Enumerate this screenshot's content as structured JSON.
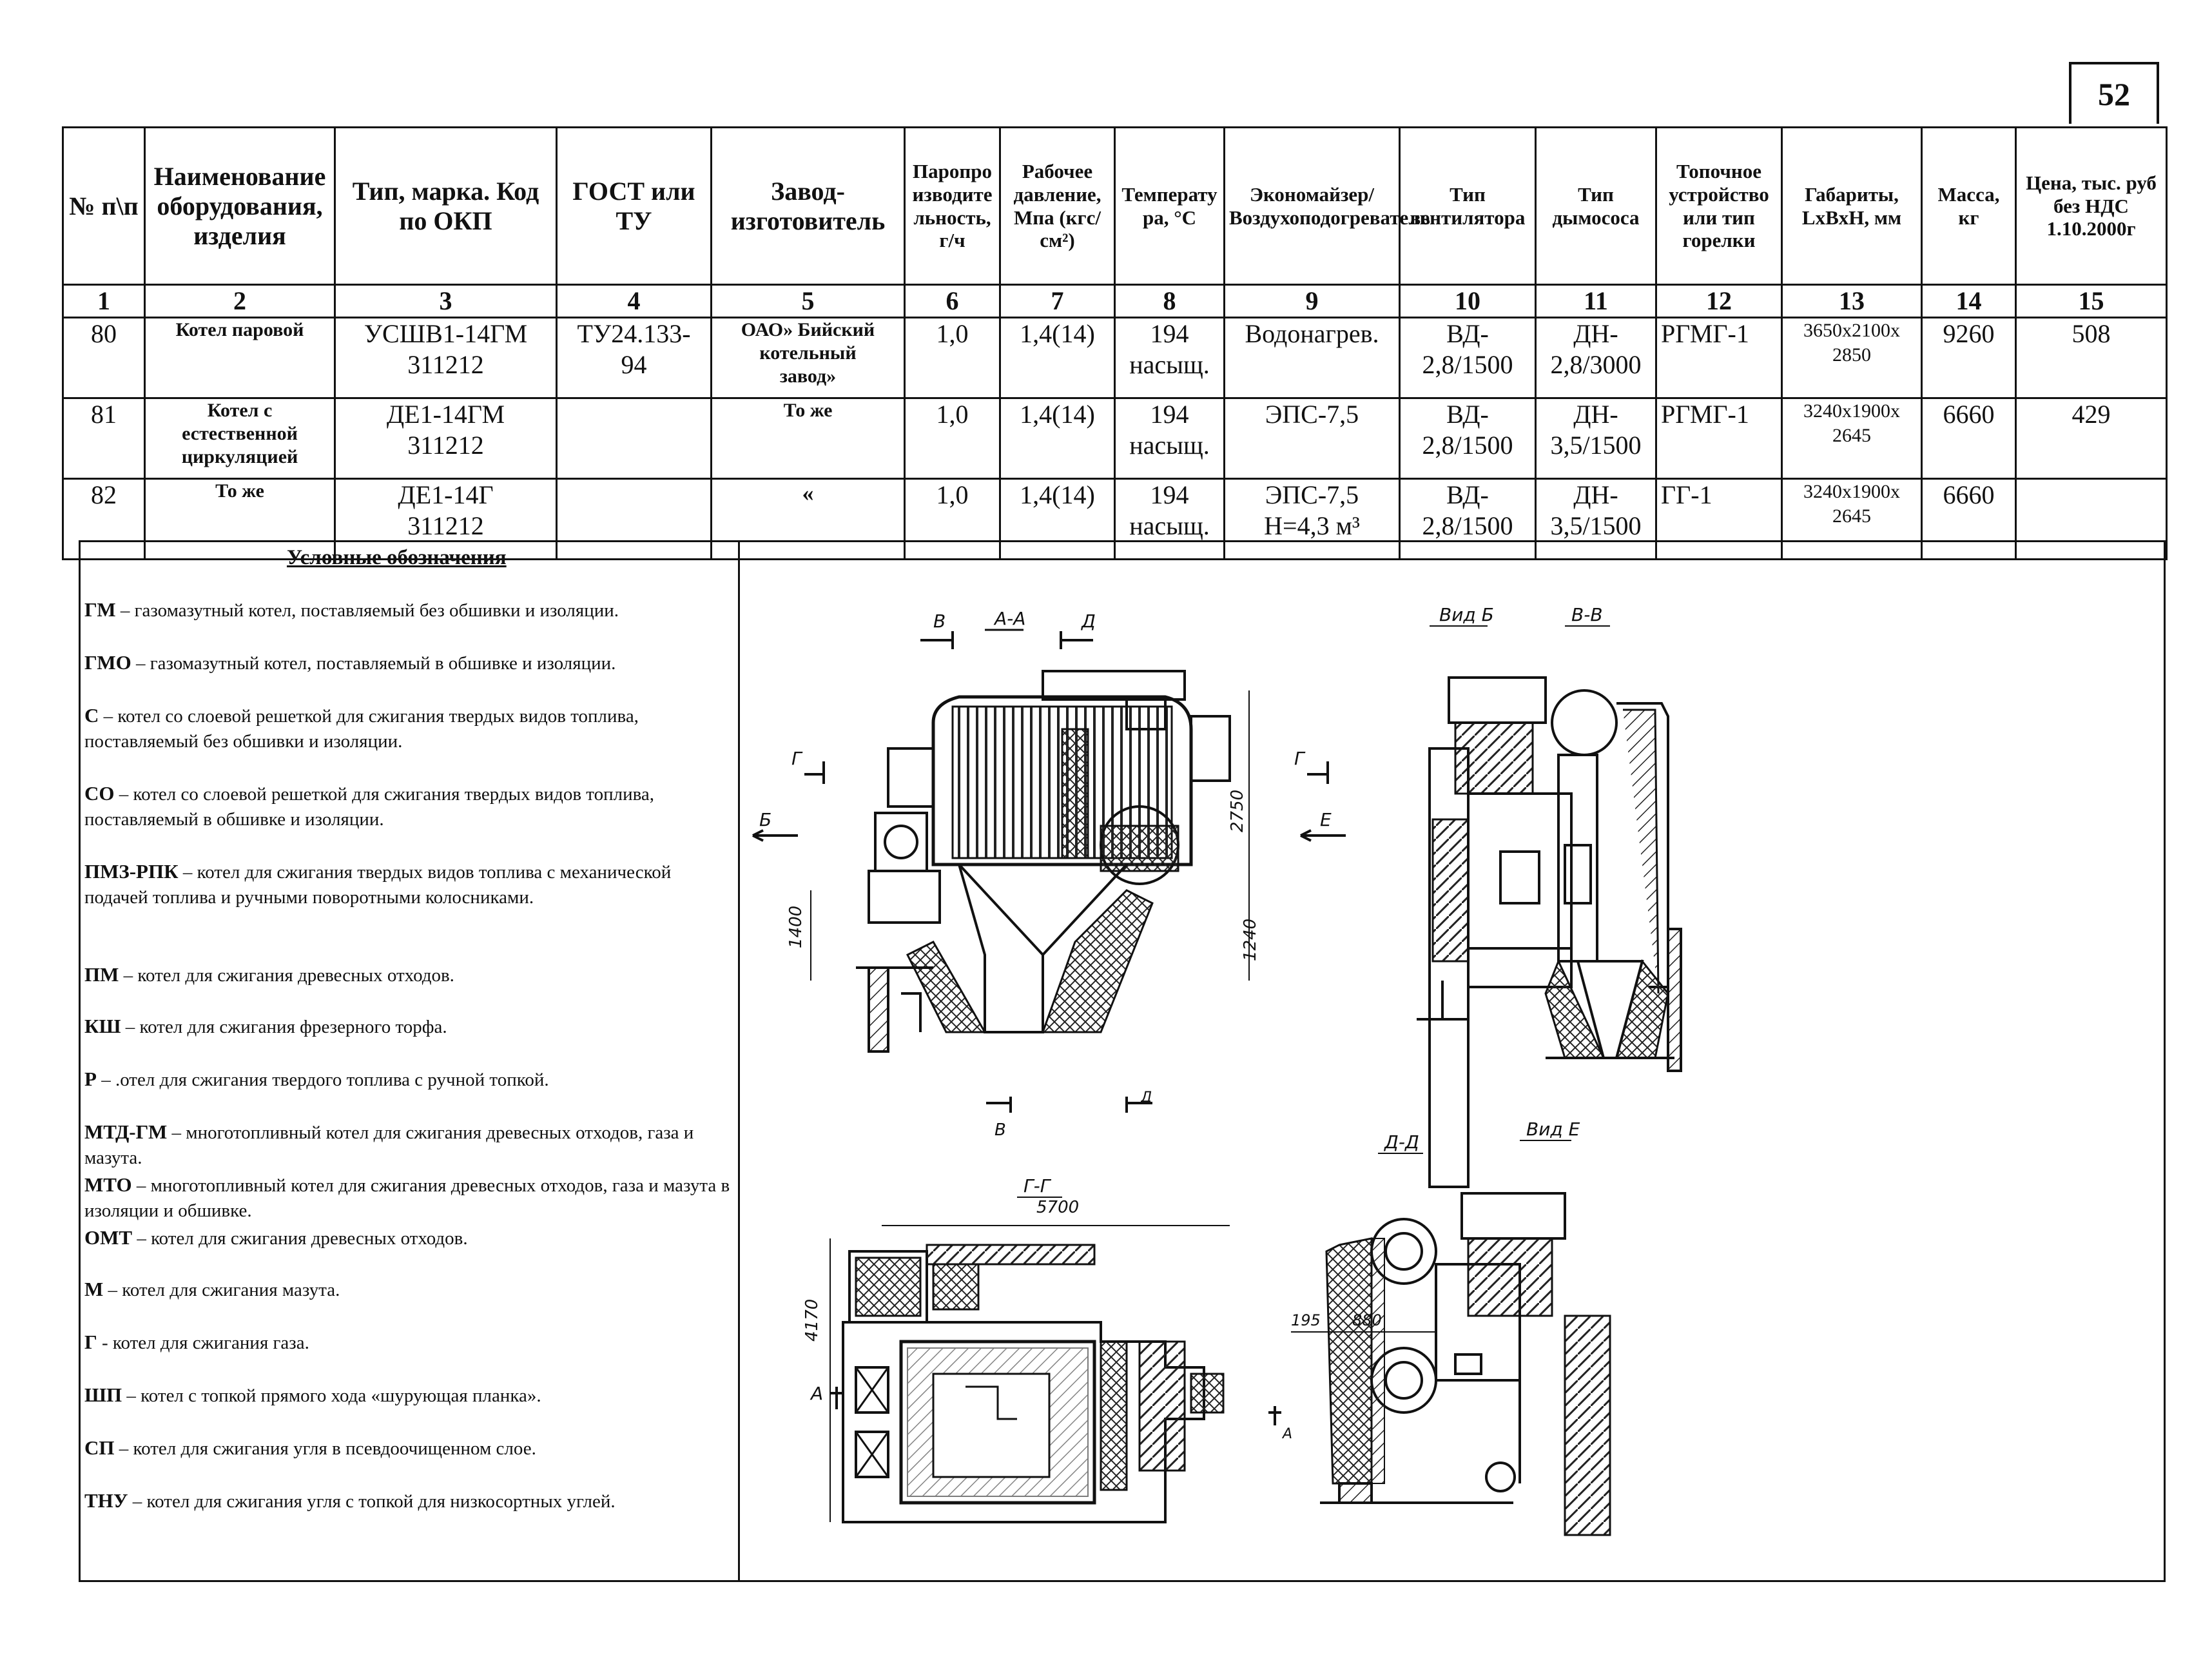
{
  "page_number": "52",
  "table": {
    "headers": [
      "№ п\\п",
      "Наименование оборудования, изделия",
      "Тип, марка. Код по ОКП",
      "ГОСТ или ТУ",
      "Завод-изготовитель",
      "Паропроизводительность, г/ч",
      "Рабочее давление, Мпа (кгс/см²)",
      "Температура, °С",
      "Экономайзер/ Воздухоподогреватель",
      "Тип вентилятора",
      "Тип дымососа",
      "Топочное устройство или тип горелки",
      "Габариты, LxBxH, мм",
      "Масса, кг",
      "Цена, тыс. руб без НДС 1.10.2000г"
    ],
    "column_numbers": [
      "1",
      "2",
      "3",
      "4",
      "5",
      "6",
      "7",
      "8",
      "9",
      "10",
      "11",
      "12",
      "13",
      "14",
      "15"
    ],
    "rows": [
      {
        "no": "80",
        "name": "Котел паровой",
        "type1": "УСШВ1-14ГМ",
        "type2": "311212",
        "gost1": "ТУ24.133-",
        "gost2": "94",
        "maker1": "ОАО» Бийский",
        "maker2": "котельный",
        "maker3": "завод»",
        "capacity": "1,0",
        "pressure": "1,4(14)",
        "temp1": "194",
        "temp2": "насыщ.",
        "economizer1": "Водонагрев.",
        "economizer2": "",
        "fan1": "ВД-",
        "fan2": "2,8/1500",
        "exhauster1": "ДН-",
        "exhauster2": "2,8/3000",
        "burner": "РГМГ-1",
        "dims1": "3650x2100x",
        "dims2": "2850",
        "mass": "9260",
        "price": "508"
      },
      {
        "no": "81",
        "name1": "Котел с",
        "name2": "естественной",
        "name3": "циркуляцией",
        "type1": "ДЕ1-14ГМ",
        "type2": "311212",
        "maker1": "То же",
        "capacity": "1,0",
        "pressure": "1,4(14)",
        "temp1": "194",
        "temp2": "насыщ.",
        "economizer1": "ЭПС-7,5",
        "fan1": "ВД-",
        "fan2": "2,8/1500",
        "exhauster1": "ДН-",
        "exhauster2": "3,5/1500",
        "burner": "РГМГ-1",
        "dims1": "3240x1900x",
        "dims2": "2645",
        "mass": "6660",
        "price": "429"
      },
      {
        "no": "82",
        "name1": "То же",
        "type1": "ДЕ1-14Г",
        "type2": "311212",
        "maker1": "«",
        "capacity": "1,0",
        "pressure": "1,4(14)",
        "temp1": "194",
        "temp2": "насыщ.",
        "economizer1": "ЭПС-7,5",
        "economizer2": "Н=4,3 м³",
        "fan1": "ВД-",
        "fan2": "2,8/1500",
        "exhauster1": "ДН-",
        "exhauster2": "3,5/1500",
        "burner": "ГГ-1",
        "dims1": "3240x1900x",
        "dims2": "2645",
        "mass": "6660",
        "price": ""
      }
    ]
  },
  "legend": {
    "title": "Условные обозначения",
    "items": [
      {
        "abbr": "ГМ",
        "text": " – газомазутный котел, поставляемый без обшивки и изоляции."
      },
      {
        "abbr": "ГМО",
        "text": " – газомазутный котел, поставляемый в обшивке и изоляции."
      },
      {
        "abbr": "С",
        "text": " – котел со слоевой решеткой для сжигания твердых видов топлива, поставляемый без обшивки и изоляции."
      },
      {
        "abbr": "СО",
        "text": " – котел со слоевой решеткой для сжигания твердых видов топлива, поставляемый в обшивке и изоляции."
      },
      {
        "abbr": "ПМЗ-РПК",
        "text": " – котел для сжигания твердых видов топлива с механической подачей топлива и ручными поворотными колосниками."
      },
      {
        "abbr": "ПМ",
        "text": " – котел для сжигания древесных отходов."
      },
      {
        "abbr": "КШ",
        "text": " – котел для сжигания фрезерного торфа."
      },
      {
        "abbr": "Р",
        "text": " – .отел для сжигания твердого топлива с ручной топкой."
      },
      {
        "abbr": "МТД-ГМ",
        "text": " – многотопливный котел для сжигания древесных отходов, газа и мазута."
      },
      {
        "abbr": "МТО",
        "text": " – многотопливный котел для сжигания древесных отходов, газа и мазута в изоляции и обшивке."
      },
      {
        "abbr": "ОМТ",
        "text": " – котел для сжигания древесных отходов."
      },
      {
        "abbr": "М",
        "text": " – котел для сжигания мазута."
      },
      {
        "abbr": "Г",
        "text": " - котел для сжигания газа."
      },
      {
        "abbr": "ШП",
        "text": " – котел с топкой прямого хода «шурующая планка»."
      },
      {
        "abbr": "СП",
        "text": " – котел для сжигания угля в псевдоочищенном слое."
      },
      {
        "abbr": "ТНУ",
        "text": " – котел для сжигания угля с топкой для низкосортных углей."
      }
    ]
  },
  "drawing": {
    "view_aa": "А-А",
    "view_b": "Вид Б",
    "view_vv": "В-В",
    "view_gg": "Г-Г",
    "view_dd": "Д-Д",
    "view_e": "Вид Е",
    "mark_v": "В",
    "mark_d": "Д",
    "mark_g": "Г",
    "mark_b": "Б",
    "mark_e": "Е",
    "mark_a": "А",
    "dim_2750": "2750",
    "dim_1400": "1400",
    "dim_1240": "1240",
    "dim_5700": "5700",
    "dim_4170": "4170",
    "dim_195": "195",
    "dim_880": "880"
  }
}
